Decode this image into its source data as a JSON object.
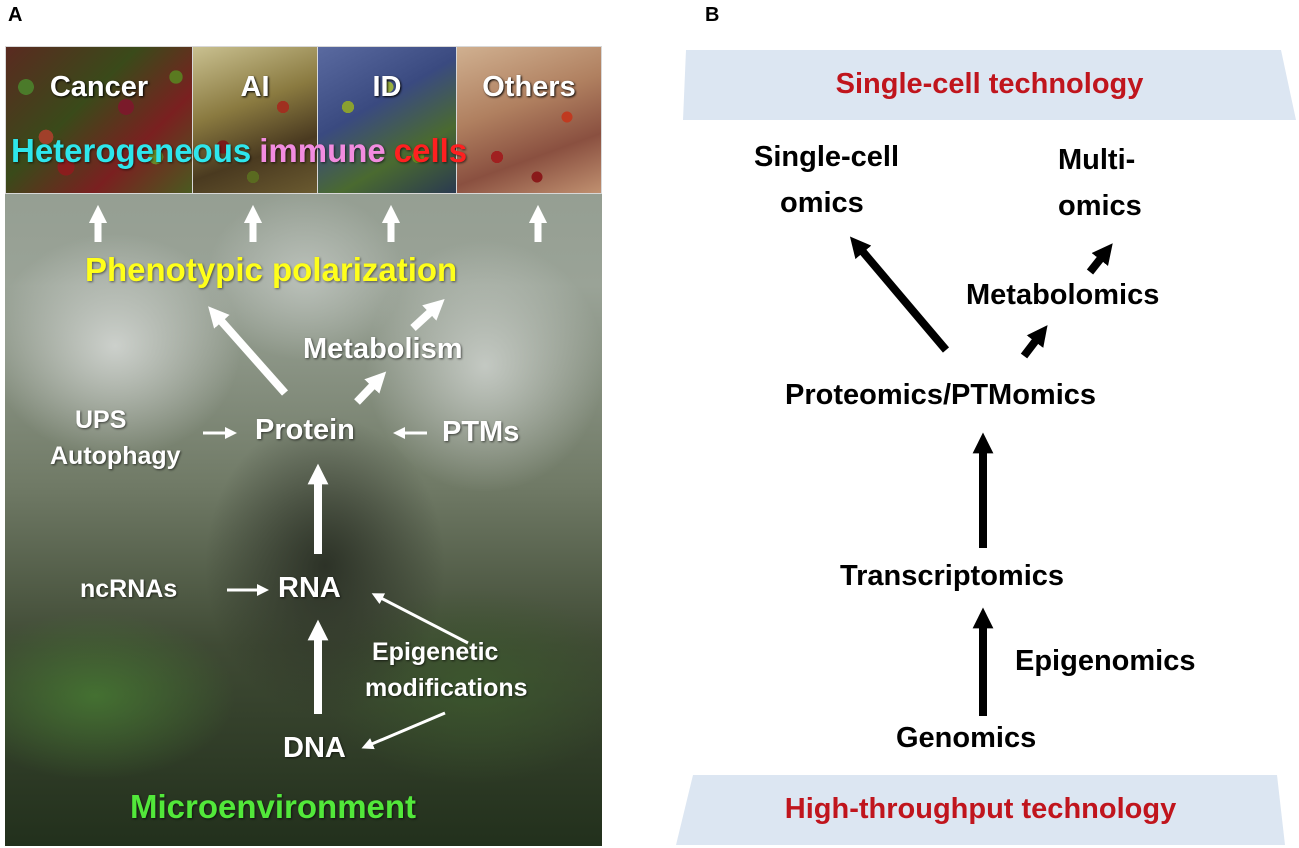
{
  "panel_a": {
    "letter": "A",
    "photos": [
      {
        "label": "Cancer"
      },
      {
        "label": "AI"
      },
      {
        "label": "ID"
      },
      {
        "label": "Others"
      }
    ],
    "heterogeneous": {
      "word1": "Heterogeneous",
      "word2": "immune",
      "word3": "cells",
      "colors": {
        "word1": "#2ee6ec",
        "word2": "#f28ce0",
        "word3": "#ff2020"
      }
    },
    "phenotypic": "Phenotypic polarization",
    "metabolism": "Metabolism",
    "protein": "Protein",
    "ups": "UPS",
    "autophagy": "Autophagy",
    "ptms": "PTMs",
    "ncrnas": "ncRNAs",
    "rna": "RNA",
    "epigenetic": "Epigenetic",
    "modifications": "modifications",
    "dna": "DNA",
    "microenvironment": "Microenvironment",
    "colors": {
      "phenotypic": "#ffff1a",
      "microenvironment": "#52e83a"
    }
  },
  "panel_b": {
    "letter": "B",
    "top_banner": "Single-cell technology",
    "bottom_banner": "High-throughput technology",
    "single_cell_omics_1": "Single-cell",
    "single_cell_omics_2": "omics",
    "multi_omics_1": "Multi-",
    "multi_omics_2": "omics",
    "metabolomics": "Metabolomics",
    "proteomics": "Proteomics/PTMomics",
    "transcriptomics": "Transcriptomics",
    "epigenomics": "Epigenomics",
    "genomics": "Genomics",
    "colors": {
      "banner_fill": "#dce6f2",
      "banner_text": "#c0151d"
    }
  }
}
